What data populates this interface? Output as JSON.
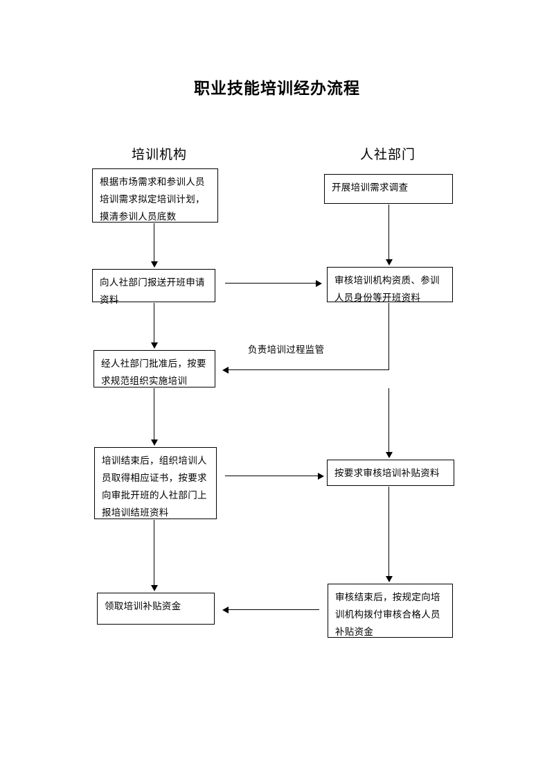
{
  "diagram": {
    "title": "职业技能培训经办流程",
    "columns": [
      {
        "id": "training-institution",
        "label": "培训机构"
      },
      {
        "id": "hr-department",
        "label": "人社部门"
      }
    ],
    "nodes": [
      {
        "id": "l1",
        "column": "training-institution",
        "text": "根据市场需求和参训人员培训需求拟定培训计划，摸清参训人员底数"
      },
      {
        "id": "l2",
        "column": "training-institution",
        "text": "向人社部门报送开班申请资料"
      },
      {
        "id": "l3",
        "column": "training-institution",
        "text": "经人社部门批准后，按要求规范组织实施培训"
      },
      {
        "id": "l4",
        "column": "training-institution",
        "text": "培训结束后，组织培训人员取得相应证书，按要求向审批开班的人社部门上报培训结班资料"
      },
      {
        "id": "l5",
        "column": "training-institution",
        "text": "领取培训补贴资金"
      },
      {
        "id": "r1",
        "column": "hr-department",
        "text": "开展培训需求调查"
      },
      {
        "id": "r2",
        "column": "hr-department",
        "text": "审核培训机构资质、参训人员身份等开班资料"
      },
      {
        "id": "r3",
        "column": "hr-department",
        "text": "按要求审核培训补贴资料"
      },
      {
        "id": "r4",
        "column": "hr-department",
        "text": "审核结束后，按规定向培训机构拨付审核合格人员补贴资金"
      }
    ],
    "edge_labels": [
      {
        "id": "supervision",
        "text": "负责培训过程监管"
      }
    ],
    "colors": {
      "line": "#000000",
      "box_background": "#ffffff",
      "text": "#000000"
    }
  }
}
